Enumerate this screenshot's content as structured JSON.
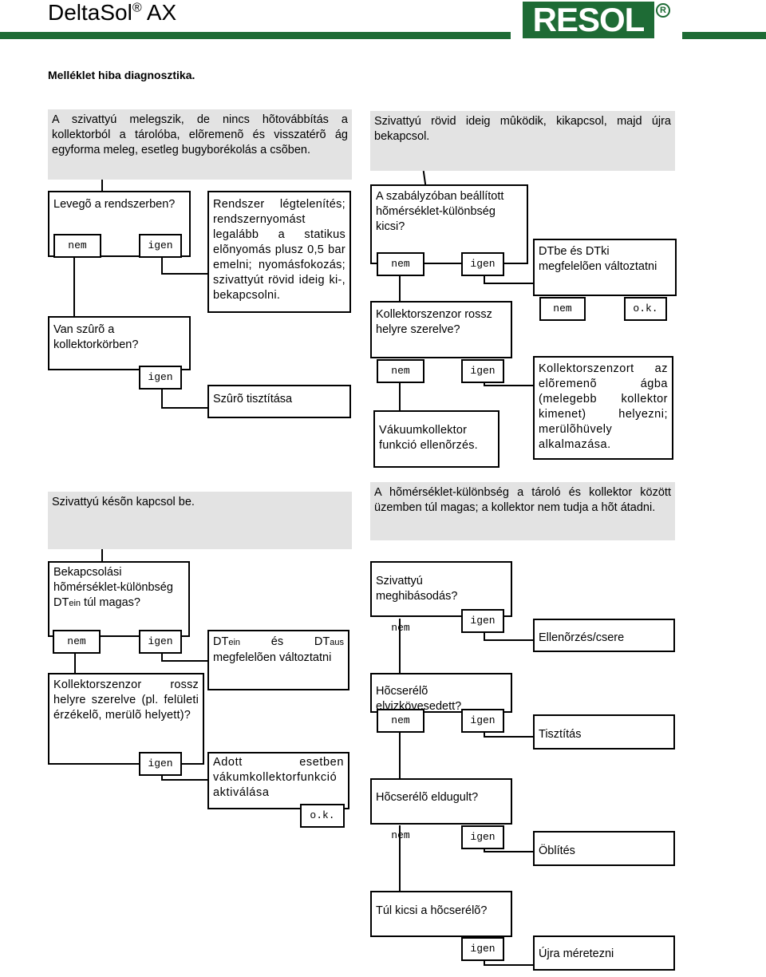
{
  "header": {
    "product": "DeltaSol",
    "reg_mark": "®",
    "model": "AX",
    "logo_text": "RESOL",
    "logo_reg": "R",
    "colors": {
      "brand_green": "#1e6b35",
      "problem_fill": "#e3e3e3"
    }
  },
  "title": "Melléklet hiba diagnosztika.",
  "yes": "igen",
  "no": "nem",
  "ok": "o.k.",
  "s1": {
    "problem": "A szivattyú melegszik, de nincs hõtovábbítás a kollektorból a tárolóba, elõremenõ és visszatérõ ág egyforma meleg, esetleg bugyborékolás a csõben.",
    "q1": "Levegõ a rendszerben?",
    "a1": "Rendszer légtelenítés; rendszernyomást legalább a statikus elõnyomás plusz 0,5 bar emelni; nyomásfokozás; szivattyút rövid ideig ki-, bekapcsolni.",
    "q2": "Van szûrõ a kollektorkörben?",
    "a2": "Szûrõ tisztítása"
  },
  "s2": {
    "problem": "Szivattyú rövid ideig mûködik, kikapcsol, majd újra bekapcsol.",
    "q1": "A szabályzóban beállított hõmérséklet-különbség kicsi?",
    "a1": "DTbe és DTki megfelelõen változtatni",
    "q2": "Kollektorszenzor rossz helyre szerelve?",
    "a2_no": "Vákuumkollektor funkció ellenõrzés.",
    "a2_yes": "Kollektorszenzort az elõremenõ ágba (melegebb kollektor kimenet) helyezni; merülõhüvely alkalmazása."
  },
  "s3": {
    "problem": "Szivattyú késõn kapcsol be.",
    "q1_line1": "Bekapcsolási",
    "q1_line2": "hõmérséklet-különbség",
    "q1_dt": "DT",
    "q1_sub": "ein",
    "q1_rest": " túl magas?",
    "a1_dt1": "DT",
    "a1_sub1": "ein",
    "a1_and": "és",
    "a1_dt2": "DT",
    "a1_sub2": "aus",
    "a1_line2": "megfelelõen változtatni",
    "q2": "Kollektorszenzor rossz helyre szerelve (pl. felületi érzékelõ, merülõ helyett)?",
    "a2": "Adott esetben vákumkollektorfunkció aktiválása"
  },
  "s4": {
    "problem": "A hõmérséklet-különbség a tároló és kollektor között üzemben túl magas; a kollektor nem tudja a hõt átadni.",
    "q1": "Szivattyú meghibásodás?",
    "a1": "Ellenõrzés/csere",
    "q2": "Hõcserélõ elvizkövesedett?",
    "a2": "Tisztítás",
    "q3": "Hõcserélõ eldugult?",
    "a3": "Öblítés",
    "q4": "Túl kicsi a hõcserélõ?",
    "a4": "Újra méretezni"
  }
}
